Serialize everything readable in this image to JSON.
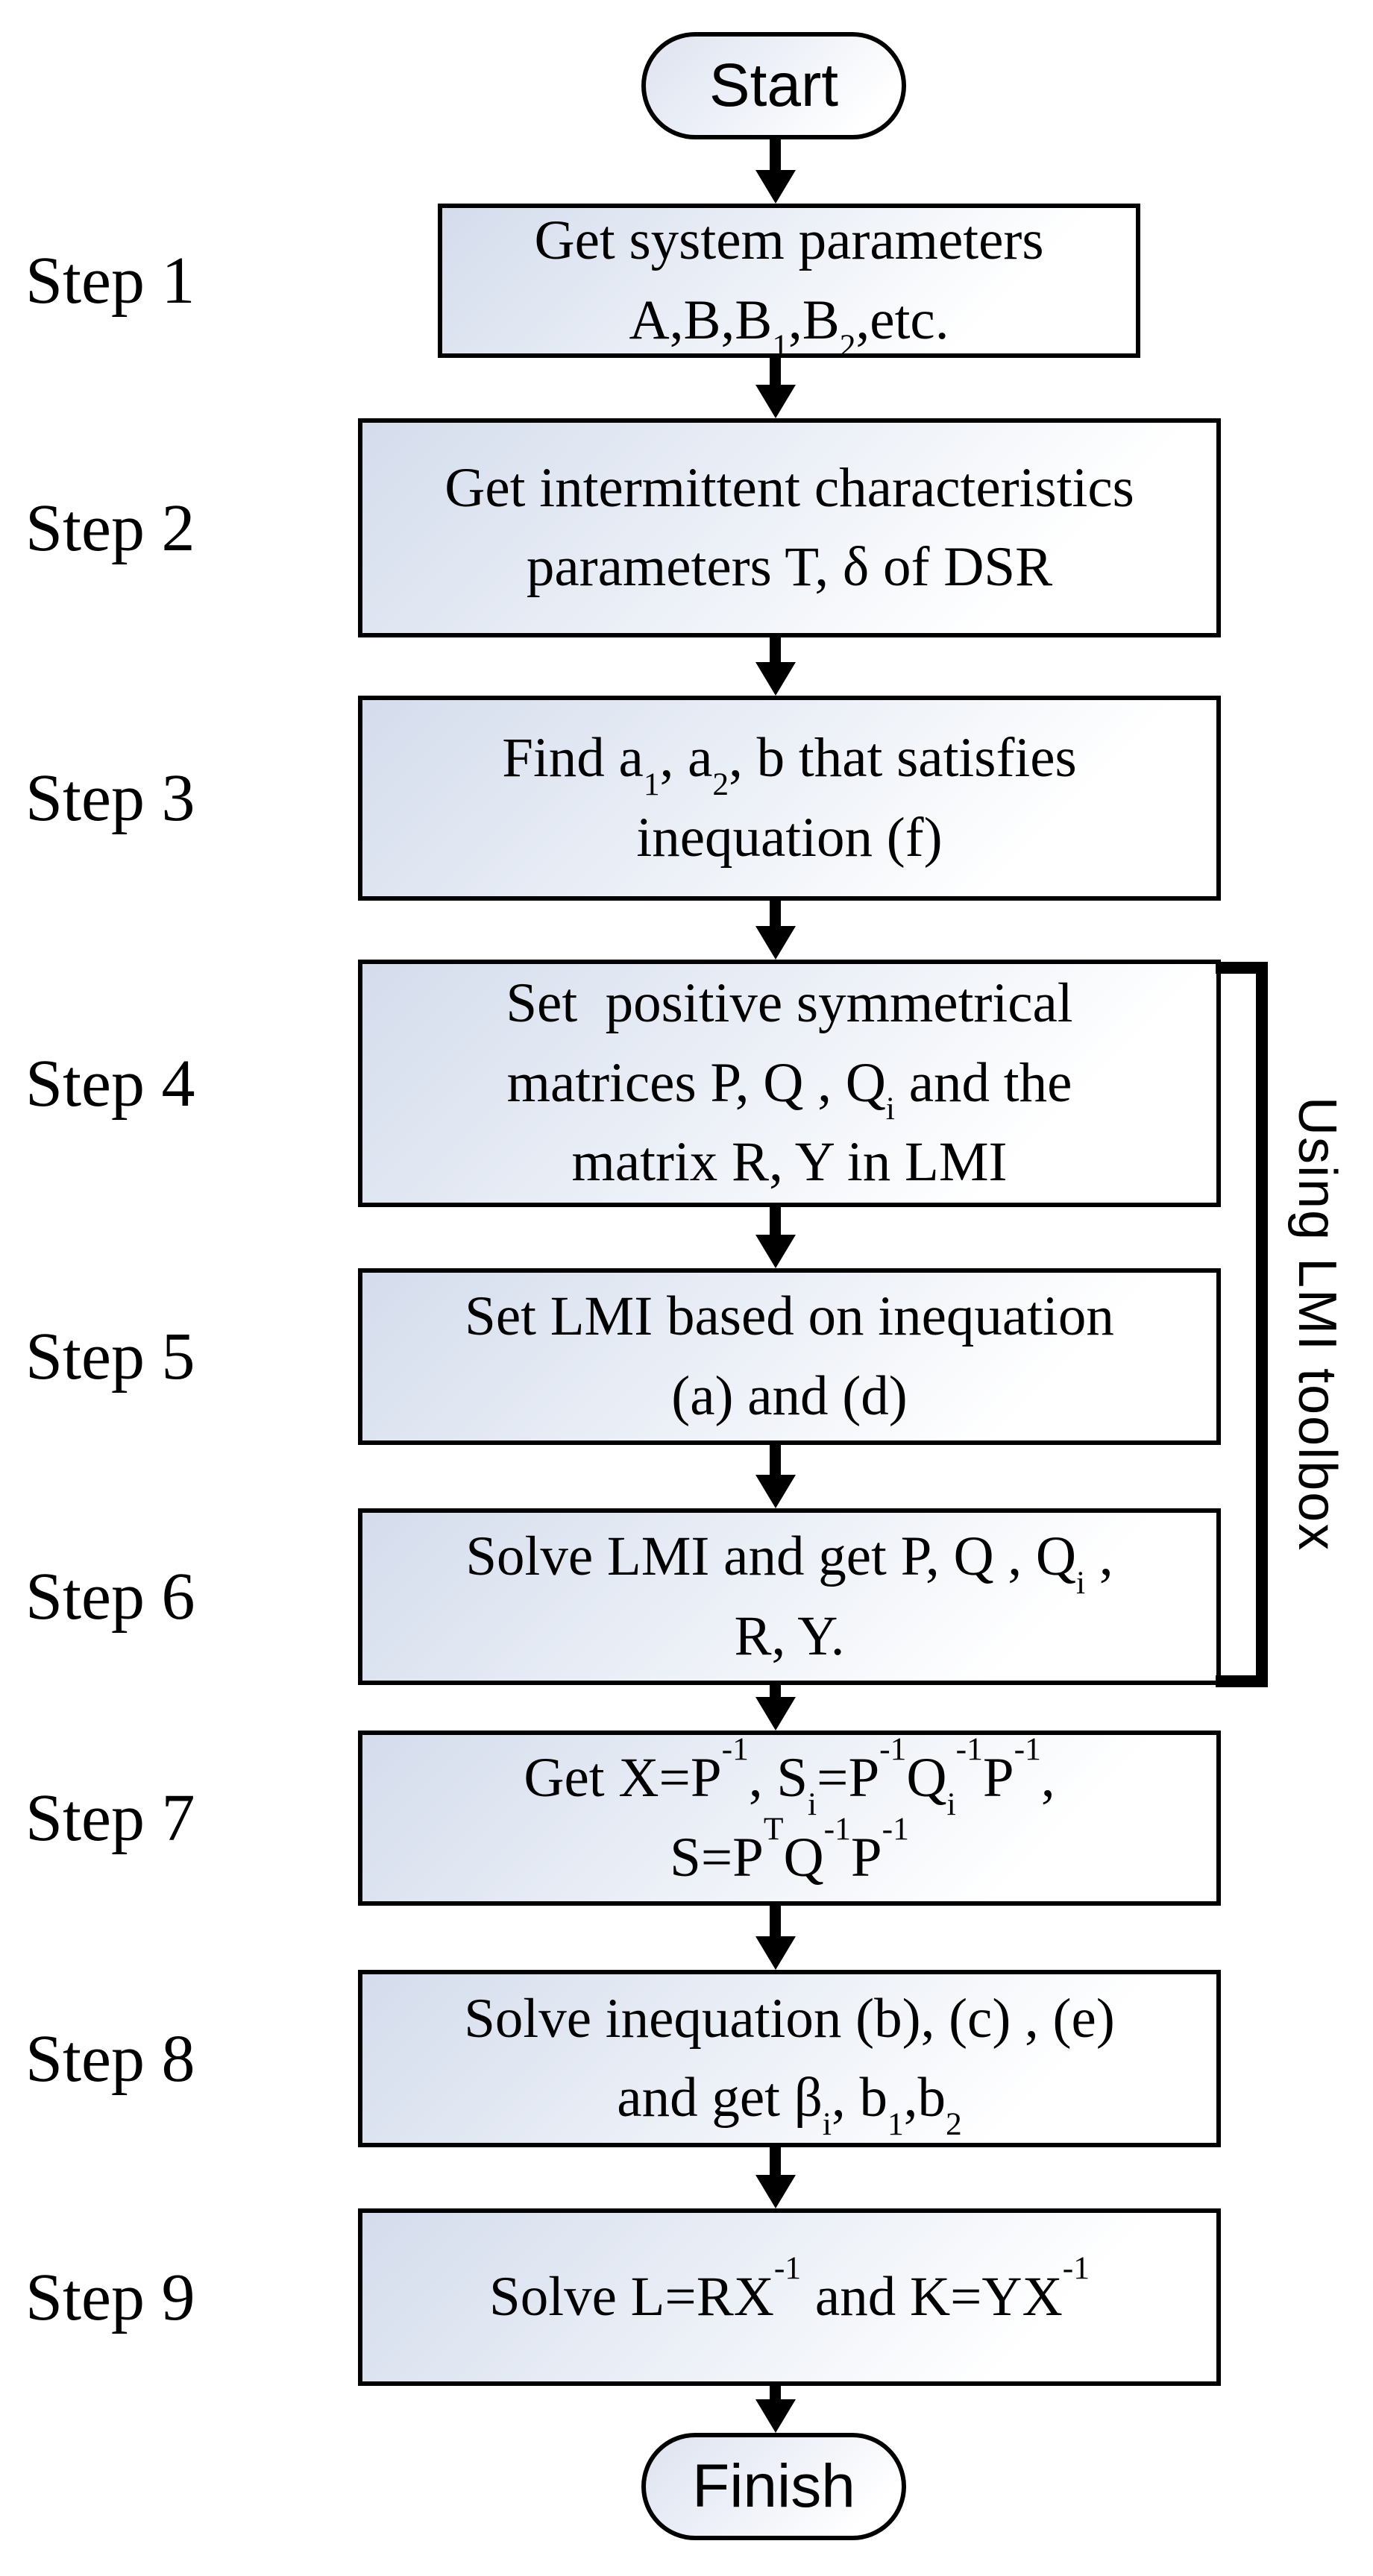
{
  "nodes": {
    "start": "Start",
    "finish": "Finish"
  },
  "steps": [
    {
      "label": "Step 1",
      "lines": [
        "Get system parameters",
        "A,B,B_{1},B_{2},etc."
      ]
    },
    {
      "label": "Step 2",
      "lines": [
        "Get intermittent characteristics",
        "parameters T, δ of DSR"
      ]
    },
    {
      "label": "Step 3",
      "lines": [
        "Find a_{1}, a_{2}, b that satisfies",
        "inequation (f)"
      ]
    },
    {
      "label": "Step 4",
      "lines": [
        "Set  positive symmetrical",
        "matrices P, Q , Q_{i} and the",
        "matrix R, Y in LMI"
      ]
    },
    {
      "label": "Step 5",
      "lines": [
        "Set LMI based on inequation",
        "(a) and (d)"
      ]
    },
    {
      "label": "Step 6",
      "lines": [
        "Solve LMI and get P, Q , Q_{i} ,",
        "R, Y."
      ]
    },
    {
      "label": "Step 7",
      "lines": [
        "Get X=P^{-1}, S_{i}=P^{-1}Q_{i}^{-1}P^{-1},",
        "S=P^{T}Q^{-1}P^{-1}"
      ]
    },
    {
      "label": "Step 8",
      "lines": [
        "Solve inequation (b), (c) , (e)",
        "and get β_{i}, b_{1},b_{2}"
      ]
    },
    {
      "label": "Step 9",
      "lines": [
        "Solve L=RX^{-1} and K=YX^{-1}"
      ]
    }
  ],
  "bracket": {
    "label": "Using LMI toolbox"
  },
  "colors": {
    "stroke": "#000000",
    "box_fill_start": "#d4dcec",
    "box_fill_end": "#ffffff",
    "background": "#ffffff"
  }
}
